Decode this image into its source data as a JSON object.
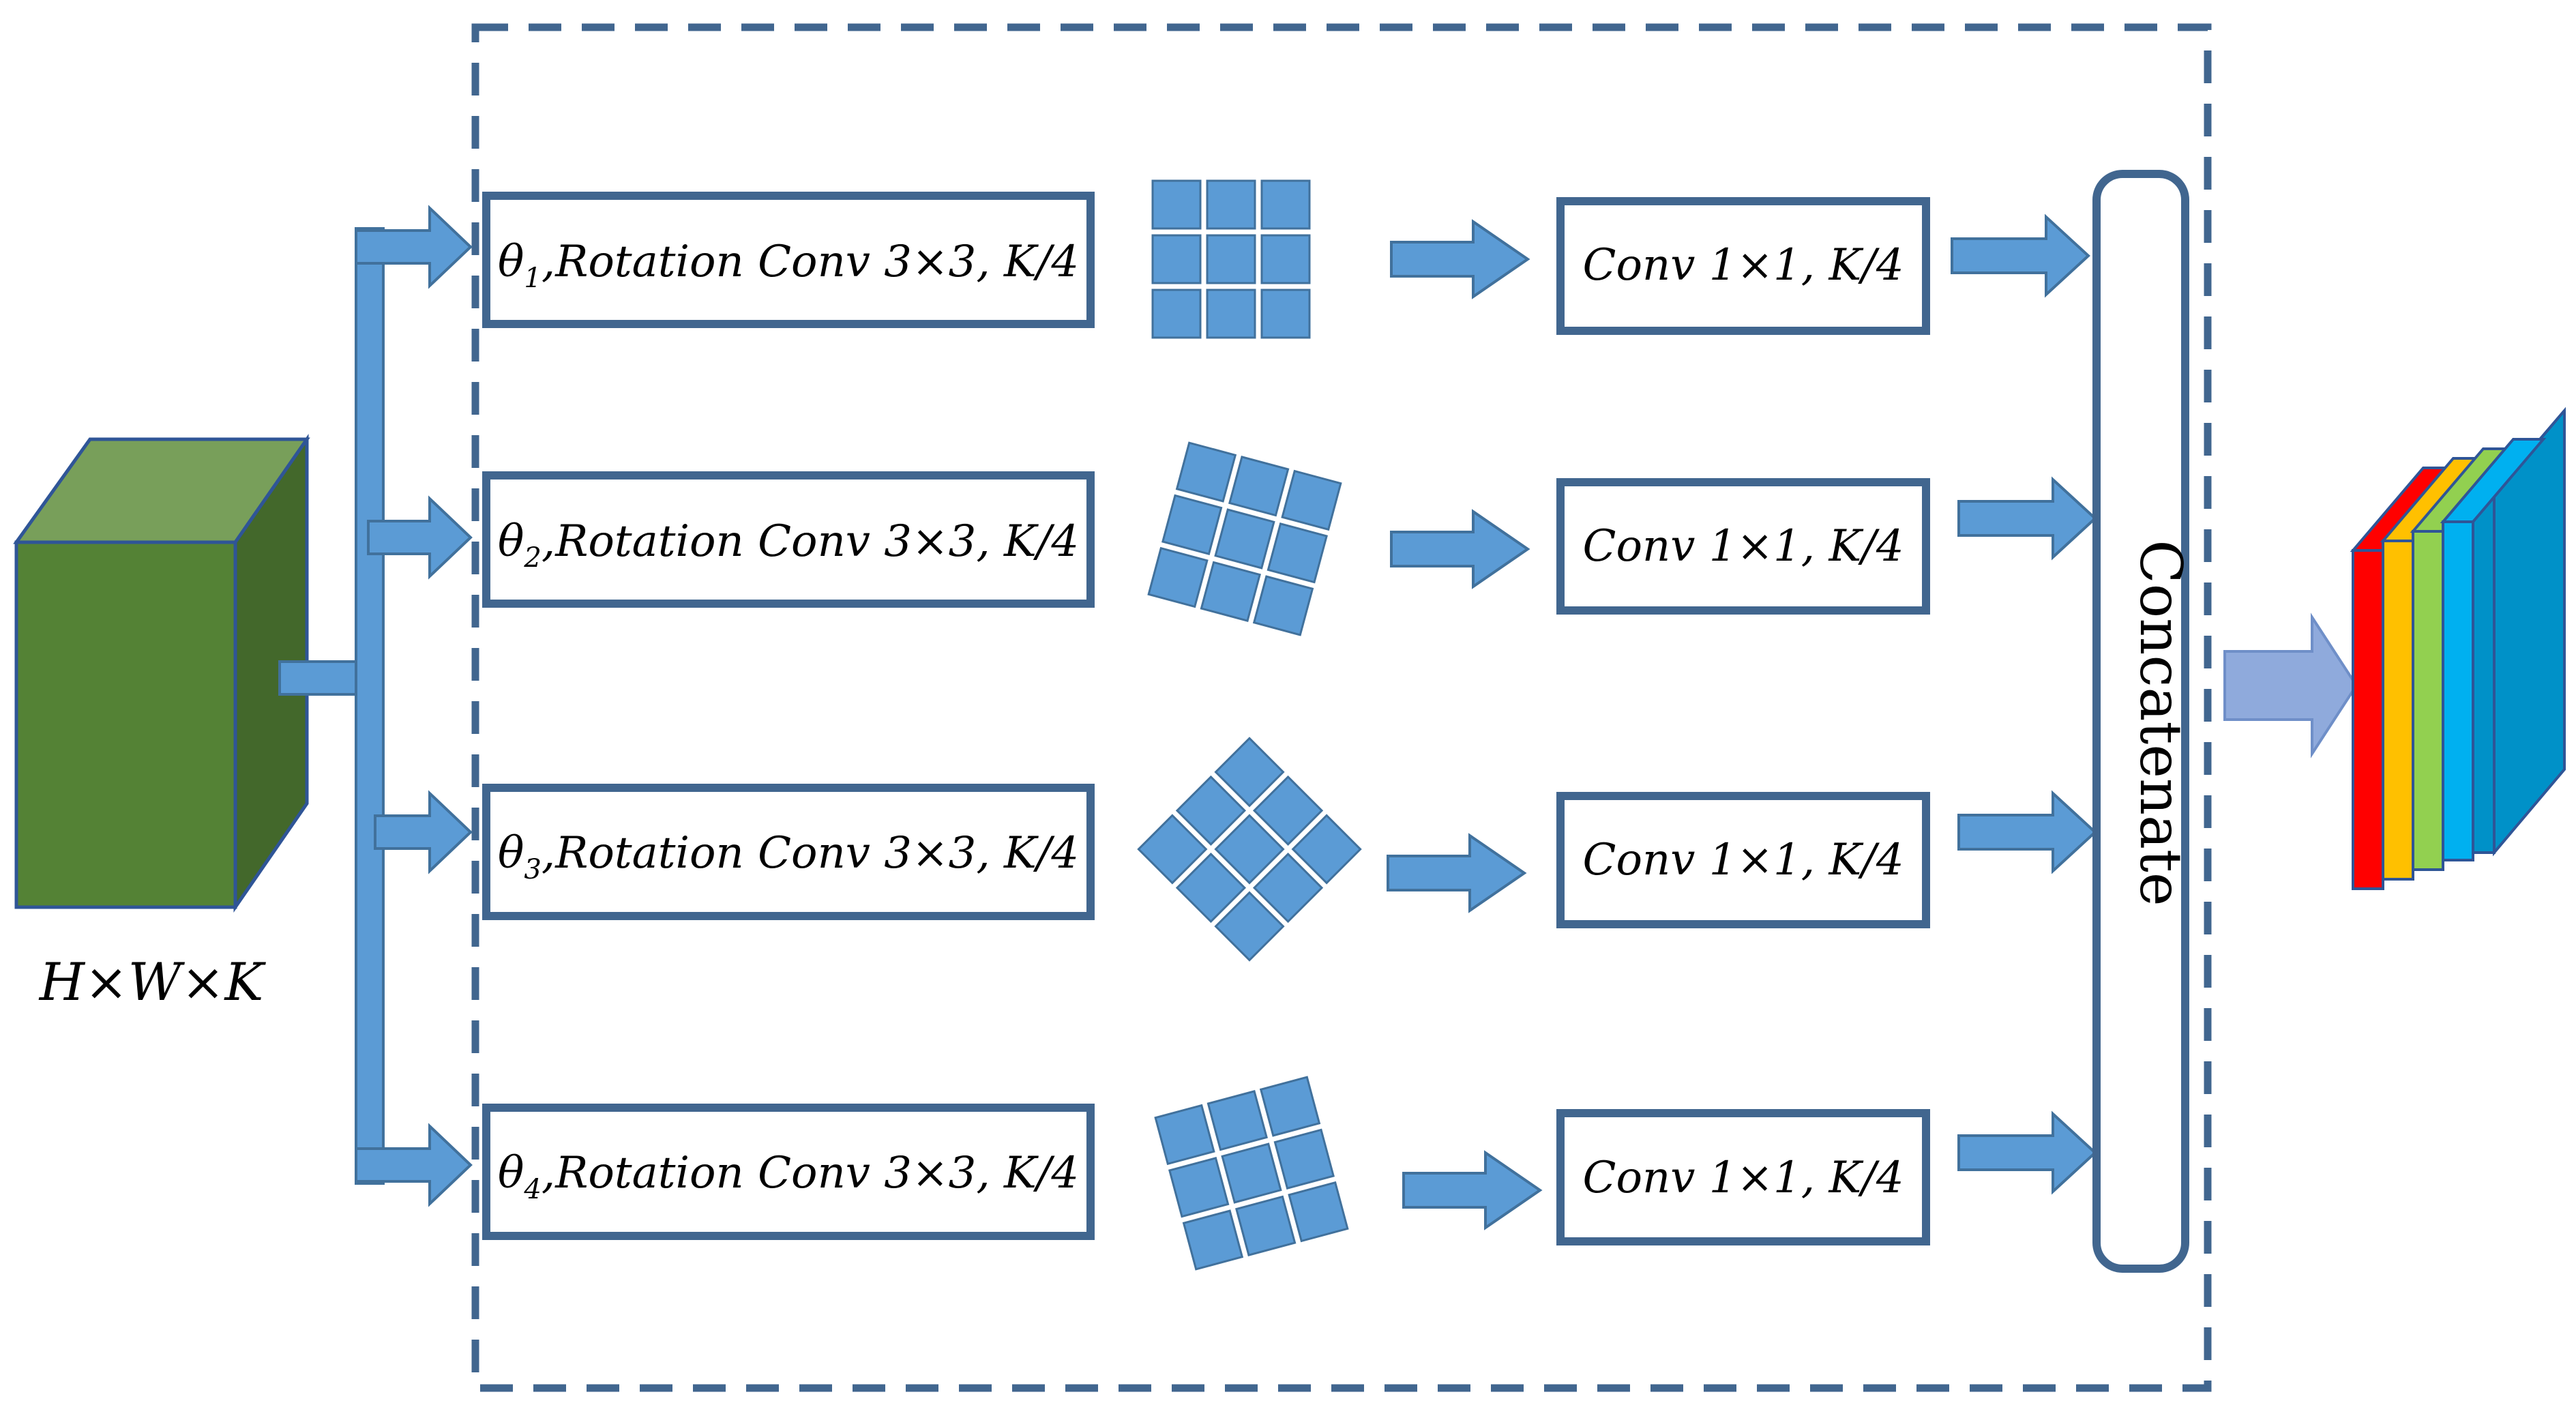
{
  "input": {
    "label": "H×W×K",
    "colors": {
      "front": "#548235",
      "top": "#789f5a",
      "side": "#43682b",
      "edge": "#2f5597"
    }
  },
  "branches": [
    {
      "theta": "θ",
      "sub": "1",
      "rest": ",Rotation Conv 3×3, K/4",
      "conv_label": "Conv 1×1, K/4",
      "kernel_rotation_deg": 0
    },
    {
      "theta": "θ",
      "sub": "2",
      "rest": ",Rotation Conv 3×3, K/4",
      "conv_label": "Conv 1×1, K/4",
      "kernel_rotation_deg": 15
    },
    {
      "theta": "θ",
      "sub": "3",
      "rest": ",Rotation Conv 3×3, K/4",
      "conv_label": "Conv 1×1, K/4",
      "kernel_rotation_deg": 45
    },
    {
      "theta": "θ",
      "sub": "4",
      "rest": ",Rotation Conv 3×3, K/4",
      "conv_label": "Conv 1×1, K/4",
      "kernel_rotation_deg": -15
    }
  ],
  "concat": {
    "label": "Concatenate"
  },
  "output": {
    "slice_colors": [
      "#ff0000",
      "#ffc000",
      "#92d050",
      "#00b0f0"
    ],
    "block_color": "#0091c8"
  },
  "colors": {
    "border": "#41668f",
    "arrow_fill": "#5b9bd5",
    "arrow_stroke": "#41719c",
    "output_arrow": "#8faadc"
  }
}
